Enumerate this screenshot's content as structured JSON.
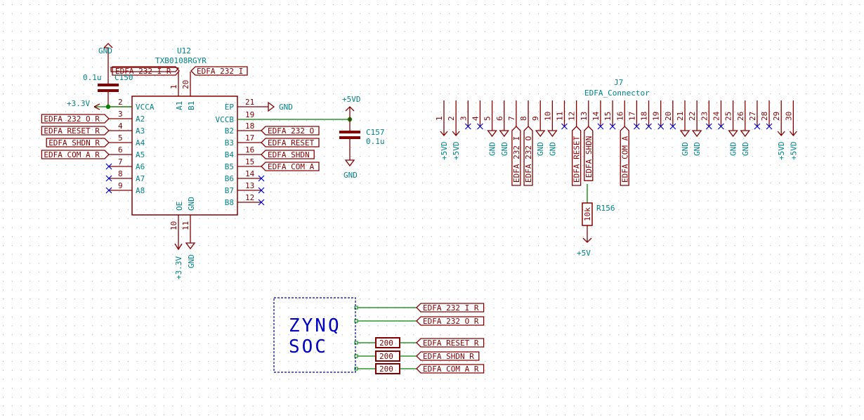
{
  "u12": {
    "ref": "U12",
    "value": "TXB0108RGYR",
    "left_pins": [
      {
        "num": "2",
        "name": "VCCA"
      },
      {
        "num": "3",
        "name": "A2"
      },
      {
        "num": "4",
        "name": "A3"
      },
      {
        "num": "5",
        "name": "A4"
      },
      {
        "num": "6",
        "name": "A5"
      },
      {
        "num": "7",
        "name": "A6"
      },
      {
        "num": "8",
        "name": "A7"
      },
      {
        "num": "9",
        "name": "A8"
      }
    ],
    "right_pins": [
      {
        "num": "21",
        "name": "EP"
      },
      {
        "num": "19",
        "name": "VCCB"
      },
      {
        "num": "18",
        "name": "B2"
      },
      {
        "num": "17",
        "name": "B3"
      },
      {
        "num": "16",
        "name": "B4"
      },
      {
        "num": "15",
        "name": "B5"
      },
      {
        "num": "14",
        "name": "B6"
      },
      {
        "num": "13",
        "name": "B7"
      },
      {
        "num": "12",
        "name": "B8"
      }
    ],
    "top_pins": [
      {
        "num": "1",
        "name": "A1"
      },
      {
        "num": "20",
        "name": "B1"
      }
    ],
    "bottom_pins": [
      {
        "num": "10",
        "name": "OE"
      },
      {
        "num": "11",
        "name": "GND"
      }
    ],
    "left_labels": [
      "EDFA_232_O_R",
      "EDFA_RESET_R",
      "EDFA_SHDN_R",
      "EDFA_COM_A_R"
    ],
    "right_labels": [
      "EDFA_232_O",
      "EDFA_RESET",
      "EDFA_SHDN",
      "EDFA_COM_A"
    ],
    "top_label_left": "EDFA_232_I_R",
    "top_label_right": "EDFA_232_I"
  },
  "c150": {
    "ref": "C150",
    "value": "0.1u",
    "gnd": "GND",
    "rail": "+3.3V"
  },
  "c157": {
    "ref": "C157",
    "value": "0.1u",
    "rail": "+5VD",
    "gnd": "GND"
  },
  "u12_power": {
    "ep_gnd": "GND",
    "oe_rail": "+3.3V",
    "gnd": "GND"
  },
  "j7": {
    "ref": "J7",
    "value": "EDFA_Connector",
    "pins": [
      "1",
      "2",
      "3",
      "4",
      "5",
      "6",
      "7",
      "8",
      "9",
      "10",
      "11",
      "12",
      "13",
      "14",
      "15",
      "16",
      "17",
      "18",
      "19",
      "20",
      "21",
      "22",
      "23",
      "24",
      "25",
      "26",
      "27",
      "28",
      "29",
      "30"
    ],
    "power_labels": [
      {
        "pin": 1,
        "text": "+5VD"
      },
      {
        "pin": 2,
        "text": "+5VD"
      },
      {
        "pin": 5,
        "text": "GND"
      },
      {
        "pin": 6,
        "text": "GND"
      },
      {
        "pin": 9,
        "text": "GND"
      },
      {
        "pin": 10,
        "text": "GND"
      },
      {
        "pin": 21,
        "text": "GND"
      },
      {
        "pin": 22,
        "text": "GND"
      },
      {
        "pin": 25,
        "text": "GND"
      },
      {
        "pin": 26,
        "text": "GND"
      },
      {
        "pin": 29,
        "text": "+5VD"
      },
      {
        "pin": 30,
        "text": "+5VD"
      }
    ],
    "net_labels": [
      {
        "pin": 7,
        "text": "EDFA_232_I"
      },
      {
        "pin": 8,
        "text": "EDFA_232_O"
      },
      {
        "pin": 12,
        "text": "EDFA_RESET"
      },
      {
        "pin": 13,
        "text": "EDFA_SHDN"
      },
      {
        "pin": 16,
        "text": "EDFA_COM_A"
      }
    ],
    "nc_pins": [
      3,
      4,
      11,
      14,
      15,
      17,
      18,
      19,
      20,
      23,
      24,
      27,
      28
    ]
  },
  "r156": {
    "ref": "R156",
    "value": "10k",
    "rail": "+5V"
  },
  "soc": {
    "title_line1": "ZYNQ",
    "title_line2": "SOC",
    "nets": [
      {
        "label": "EDFA_232_I_R",
        "resistor": ""
      },
      {
        "label": "EDFA_232_O_R",
        "resistor": ""
      },
      {
        "label": "EDFA_RESET_R",
        "resistor": "200"
      },
      {
        "label": "EDFA_SHDN_R",
        "resistor": "200"
      },
      {
        "label": "EDFA_COM_A_R",
        "resistor": "200"
      }
    ]
  }
}
